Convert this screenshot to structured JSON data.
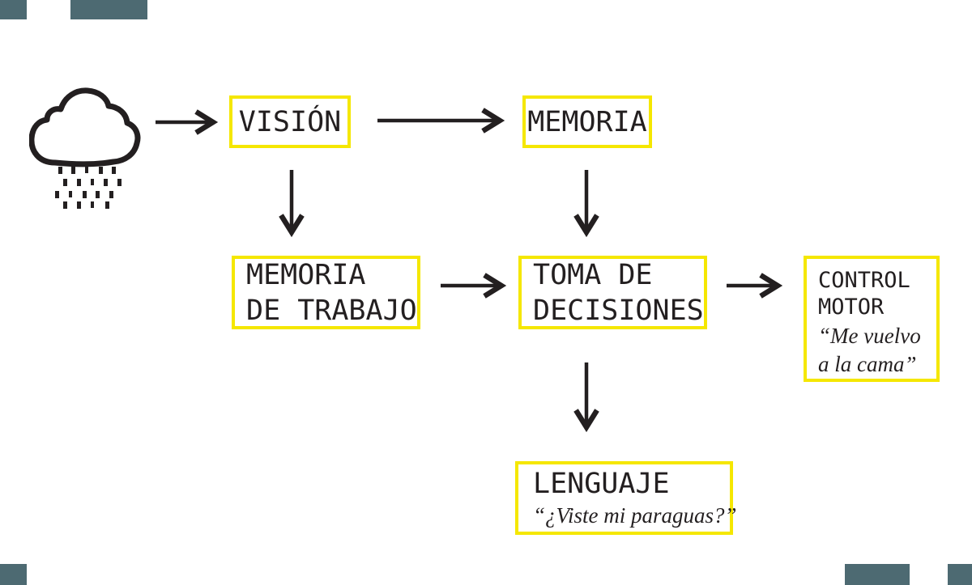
{
  "diagram": {
    "title": "cognitive-process-flow",
    "colors": {
      "ink": "#231f20",
      "box_border_yellow": "#f5e700",
      "corner_block_slate": "#4d6a72",
      "background": "#ffffff"
    },
    "icons": {
      "cloud_rain": "cloud-rain-icon"
    },
    "nodes": {
      "vision": {
        "label": "VISIÓN"
      },
      "memoria": {
        "label": "MEMORIA"
      },
      "memoria_de_trabajo": {
        "line1": "MEMORIA",
        "line2": "DE TRABAJO"
      },
      "toma_de_decisiones": {
        "line1": "TOMA DE",
        "line2": "DECISIONES"
      },
      "control_motor": {
        "line1": "CONTROL",
        "line2": "MOTOR",
        "quote_line1": "“Me vuelvo",
        "quote_line2": "a la cama”"
      },
      "lenguaje": {
        "label": "LENGUAJE",
        "quote": "“¿Viste mi paraguas?”"
      }
    },
    "edges": [
      "cloud→vision",
      "vision→memoria",
      "vision→memoria_de_trabajo",
      "memoria→toma_de_decisiones",
      "memoria_de_trabajo→toma_de_decisiones",
      "toma_de_decisiones→control_motor",
      "toma_de_decisiones→lenguaje"
    ]
  }
}
